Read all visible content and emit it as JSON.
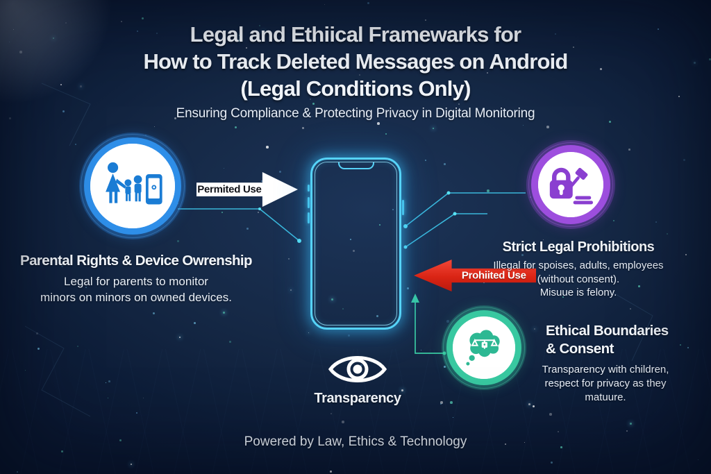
{
  "header": {
    "title_lines": [
      "Legal and Ethiical Framewarks for",
      "How to Track Deleted Messages on Android",
      "(Legal Conditions Only)"
    ],
    "subtitle": "Ensuring Compliance & Protecting Privacy in Digital Monitoring"
  },
  "flows": {
    "permitted": {
      "label": "Permited Use",
      "color": "#ffffff"
    },
    "prohibited": {
      "label": "Prohiited Use",
      "color": "#d92414"
    }
  },
  "nodes": {
    "parental": {
      "icon": "family-with-smartphone-icon",
      "ring_color": "#2e8ee8",
      "title": "Parental Rights & Device Owrenship",
      "lines": [
        "Legal for parents to monitor",
        "minors on minors on owned devices."
      ]
    },
    "legal": {
      "icon": "padlock-and-gavel-icon",
      "ring_color": "#9d4ede",
      "title": "Strict Legal Prohibitions",
      "lines": [
        "Illegal for spoises, adults, employees",
        "(without consent).",
        "Misuue is felony."
      ]
    },
    "ethics": {
      "icon": "thought-bubble-scales-icon",
      "ring_color": "#38c8a0",
      "title_lines": [
        "Ethical Boundaries",
        "& Consent"
      ],
      "lines": [
        "Transparency with children,",
        "respect for privacy as they",
        "matuure."
      ]
    }
  },
  "center": {
    "phone_icon": "smartphone-outline-icon",
    "eye_icon": "eye-icon",
    "transparency_label": "Transparency",
    "phone_glow_color": "#56d3f8"
  },
  "footer": {
    "text": "Powered by Law, Ethics & Technology"
  },
  "colors": {
    "background": "#13263f",
    "circuit_cyan": "#3ec6ea",
    "circuit_teal": "#3acaa2"
  }
}
